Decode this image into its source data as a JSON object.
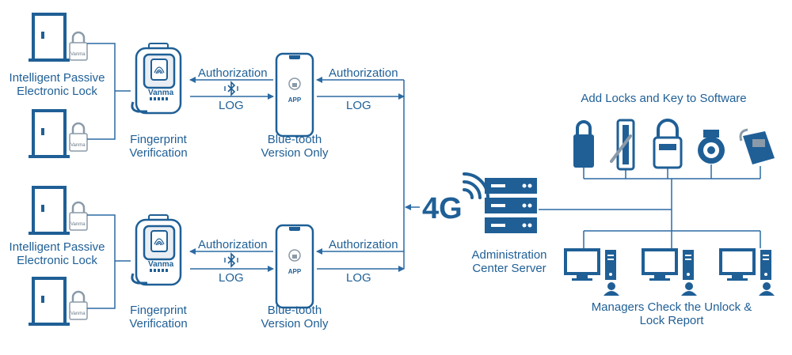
{
  "diagram": {
    "colors": {
      "primary": "#1f5f96",
      "line": "#2b6aa3",
      "light": "#e9eef4"
    },
    "groups": [
      {
        "lock_label_1": "Intelligent Passive",
        "lock_label_2": "Electronic Lock",
        "fp_label_1": "Fingerprint",
        "fp_label_2": "Verification",
        "key_brand": "Vanma",
        "padlock_brand": "Vanma",
        "bt_auth": "Authorization",
        "bt_log": "LOG",
        "app_text": "APP",
        "app_label_1": "Blue-tooth",
        "app_label_2": "Version Only",
        "net_auth": "Authorization",
        "net_log": "LOG"
      },
      {
        "lock_label_1": "Intelligent Passive",
        "lock_label_2": "Electronic Lock",
        "fp_label_1": "Fingerprint",
        "fp_label_2": "Verification",
        "key_brand": "Vanma",
        "padlock_brand": "Vanma",
        "bt_auth": "Authorization",
        "bt_log": "LOG",
        "app_text": "APP",
        "app_label_1": "Blue-tooth",
        "app_label_2": "Version Only",
        "net_auth": "Authorization",
        "net_log": "LOG"
      }
    ],
    "network": "4G",
    "server_label_1": "Administration",
    "server_label_2": "Center Server",
    "locks_title": "Add Locks and Key to Software",
    "managers_label_1": "Managers Check the Unlock &",
    "managers_label_2": "Lock Report"
  }
}
